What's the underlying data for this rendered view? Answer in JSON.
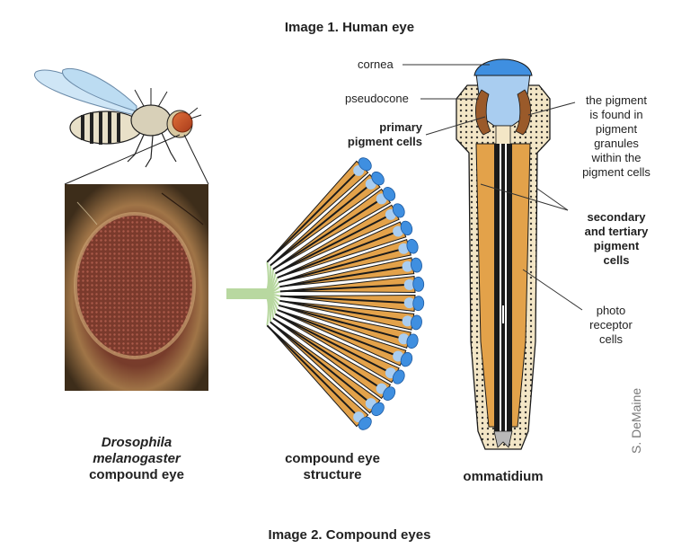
{
  "captions": {
    "top": "Image 1. Human eye",
    "bottom": "Image 2. Compound eyes"
  },
  "labels": {
    "cornea": "cornea",
    "pseudocone": "pseudocone",
    "primary_1": "primary",
    "primary_2": "pigment cells",
    "pigment_note": [
      "the pigment",
      "is found in",
      "pigment",
      "granules",
      "within the",
      "pigment cells"
    ],
    "secondary": [
      "secondary",
      "and tertiary",
      "pigment",
      "cells"
    ],
    "photo": [
      "photo",
      "receptor",
      "cells"
    ]
  },
  "panel_titles": {
    "drosophila_1": "Drosophila",
    "drosophila_2": "melanogaster",
    "drosophila_3": "compound eye",
    "structure_1": "compound eye",
    "structure_2": "structure",
    "ommatidium": "ommatidium"
  },
  "credit": "S. DeMaine",
  "colors": {
    "cornea_blue": "#3f8fe0",
    "pseudocone_blue": "#a9cdf0",
    "cone_orange": "#e3a24a",
    "pigment_brown": "#9a5a2a",
    "outline": "#1a1a1a",
    "nerve_green": "#b8d8a0"
  },
  "icons": [
    "fruit-fly-illustration",
    "fly-eye-photo"
  ]
}
